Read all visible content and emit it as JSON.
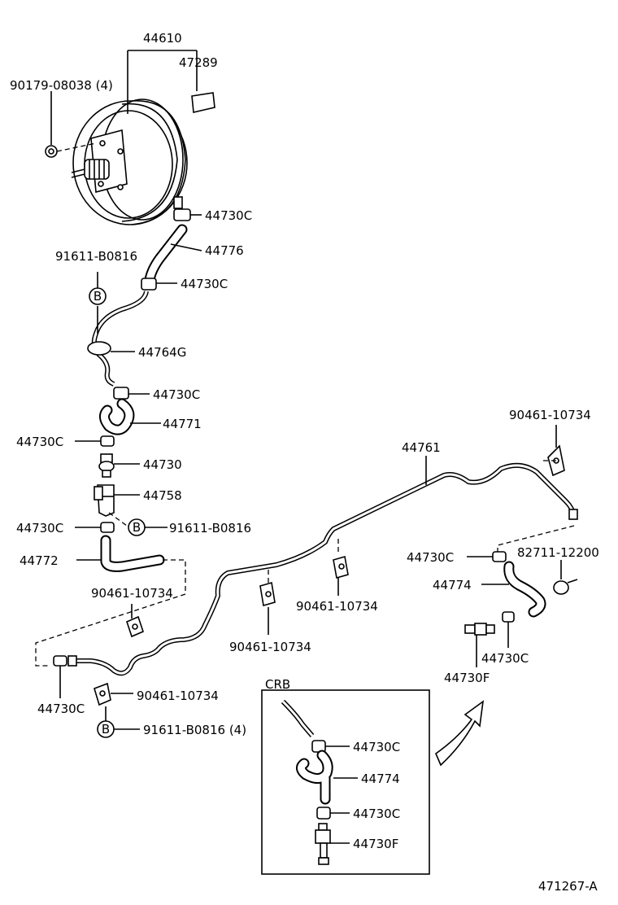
{
  "parts": {
    "booster_assy": "44610",
    "gasket": "47289",
    "nut_booster": "90179-08038 (4)",
    "clamp_1": "44730C",
    "hose_upper": "44776",
    "bolt_top": "91611-B0816",
    "clamp_2": "44730C",
    "pipe_check": "44764G",
    "clamp_3": "44730C",
    "hose_s": "44771",
    "clamp_4": "44730C",
    "check_valve": "44730",
    "bracket": "44758",
    "clamp_5": "44730C",
    "bolt_bracket": "91611-B0816",
    "hose_lower": "44772",
    "clip_a": "90461-10734",
    "clamp_6": "44730C",
    "clip_b": "90461-10734",
    "bolt_bottom": "91611-B0816 (4)",
    "pipe_main": "44761",
    "clip_right_top": "90461-10734",
    "clip_c": "90461-10734",
    "clip_d": "90461-10734",
    "clamp_7": "44730C",
    "clamp_hose_right": "82711-12200",
    "hose_right": "44774",
    "clamp_8": "44730C",
    "fitting_f": "44730F"
  },
  "callout_b": "B",
  "crb": {
    "title": "CRB",
    "clamp_upper": "44730C",
    "hose": "44774",
    "clamp_lower": "44730C",
    "fitting": "44730F"
  },
  "figure_id": "471267-A"
}
